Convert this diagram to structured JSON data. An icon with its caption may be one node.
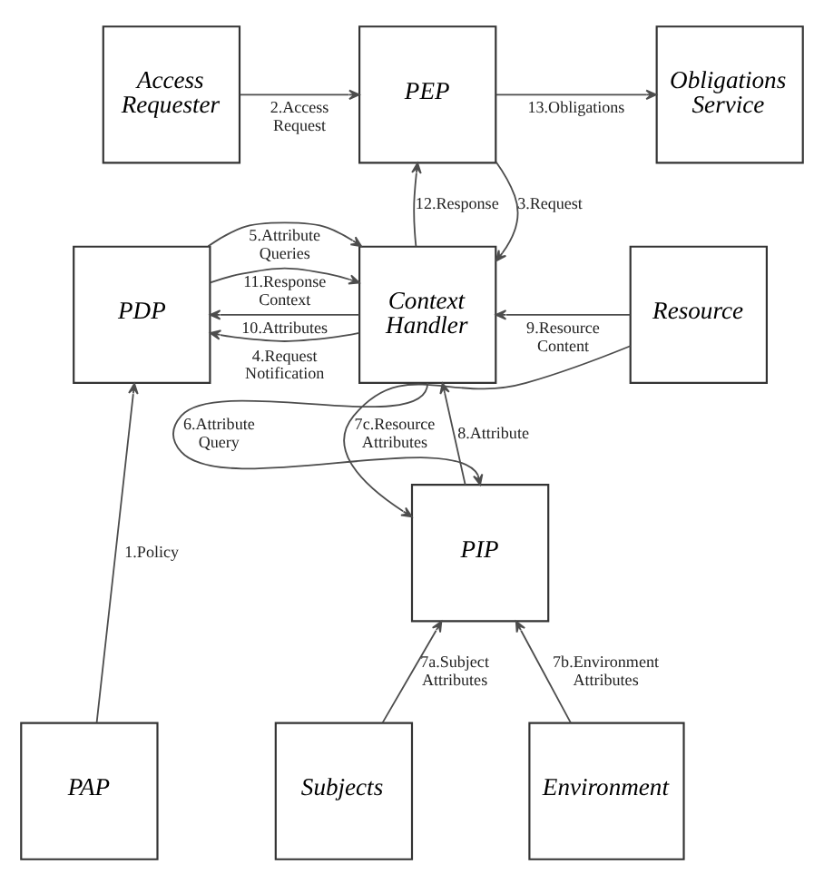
{
  "diagram": {
    "nodes": [
      {
        "text": [
          "Access Requester"
        ]
      },
      {
        "text": [
          "PEP"
        ]
      },
      {
        "text": [
          "Obligations Service"
        ]
      },
      {
        "text": [
          "PDP"
        ]
      },
      {
        "text": [
          "Context Handler"
        ]
      },
      {
        "text": [
          "Resource"
        ]
      },
      {
        "text": [
          "PIP"
        ]
      },
      {
        "text": [
          "PAP"
        ]
      },
      {
        "text": [
          "Subjects"
        ]
      },
      {
        "text": [
          "Environment"
        ]
      }
    ],
    "edges": [
      {
        "from": 7,
        "to": 3,
        "label": "1.Policy",
        "arrow": "to"
      },
      {
        "from": 0,
        "to": 1,
        "label": "2.Access Request",
        "arrow": "to"
      },
      {
        "from": 1,
        "to": 4,
        "label": "3.Request",
        "arrow": "to"
      },
      {
        "from": 4,
        "to": 3,
        "label": "4.Request Notification",
        "arrow": "to"
      },
      {
        "from": 3,
        "to": 4,
        "label": "5.Attribute Queries",
        "arrow": "to"
      },
      {
        "from": 4,
        "to": 6,
        "label": "6.Attribute Query",
        "arrow": "to"
      },
      {
        "from": 8,
        "to": 6,
        "label": "7a.Subject Attributes",
        "arrow": "to"
      },
      {
        "from": 9,
        "to": 6,
        "label": "7b.Environment Attributes",
        "arrow": "to"
      },
      {
        "from": 5,
        "to": 6,
        "label": "7c.Resource Attributes",
        "arrow": "to"
      },
      {
        "from": 6,
        "to": 4,
        "label": "8.Attribute",
        "arrow": "to"
      },
      {
        "from": 5,
        "to": 4,
        "label": "9.Resource Content",
        "arrow": "to"
      },
      {
        "from": 4,
        "to": 3,
        "label": "10.Attributes",
        "arrow": "to"
      },
      {
        "from": 3,
        "to": 4,
        "label": "11.Response Context",
        "arrow": "to"
      },
      {
        "from": 4,
        "to": 1,
        "label": "12.Response",
        "arrow": "to"
      },
      {
        "from": 1,
        "to": 2,
        "label": "13.Obligations",
        "arrow": "to"
      }
    ]
  }
}
